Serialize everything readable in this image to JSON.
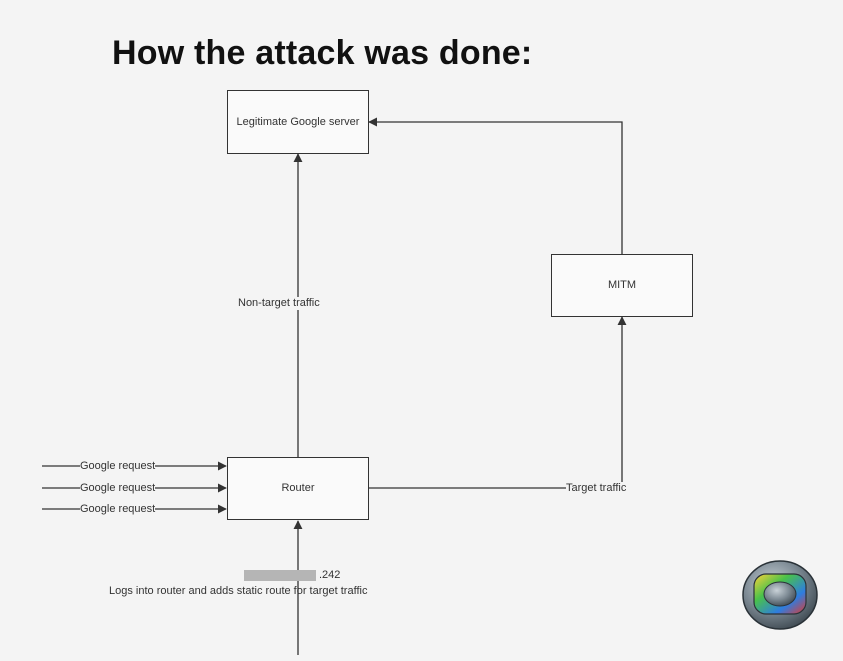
{
  "title": "How the attack was done:",
  "nodes": {
    "server": "Legitimate Google server",
    "mitm": "MITM",
    "router": "Router"
  },
  "edges": {
    "non_target": "Non-target traffic",
    "target": "Target traffic",
    "requests": [
      "Google request",
      "Google request",
      "Google request"
    ],
    "login_ip_suffix": ".242",
    "login": "Logs into router and adds static route for target traffic"
  },
  "icons": {
    "broadcaster_logo": "globo-logo-icon"
  },
  "colors": {
    "background": "#f4f4f4",
    "line": "#333333",
    "redaction": "#b5b5b5"
  }
}
